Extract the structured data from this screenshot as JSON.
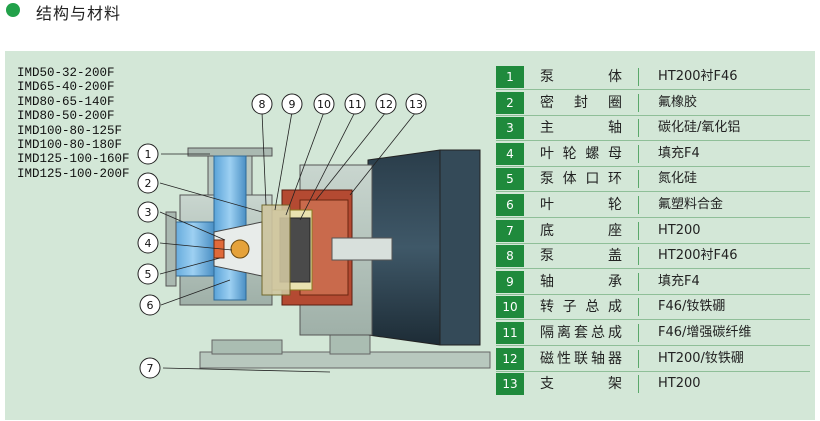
{
  "header": {
    "title": "结构与材料"
  },
  "models": [
    "IMD50-32-200F",
    "IMD65-40-200F",
    "IMD80-65-140F",
    "IMD80-50-200F",
    "IMD100-80-125F",
    "IMD100-80-180F",
    "IMD125-100-160F",
    "IMD125-100-200F"
  ],
  "callouts": [
    "1",
    "2",
    "3",
    "4",
    "5",
    "6",
    "7",
    "8",
    "9",
    "10",
    "11",
    "12",
    "13"
  ],
  "parts": [
    {
      "no": "1",
      "name": [
        "泵",
        "体"
      ],
      "material": "HT200衬F46"
    },
    {
      "no": "2",
      "name": [
        "密",
        "封",
        "圈"
      ],
      "material": "氟橡胶"
    },
    {
      "no": "3",
      "name": [
        "主",
        "轴"
      ],
      "material": "碳化硅/氧化铝"
    },
    {
      "no": "4",
      "name": [
        "叶",
        "轮",
        "螺",
        "母"
      ],
      "material": "填充F4"
    },
    {
      "no": "5",
      "name": [
        "泵",
        "体",
        "口",
        "环"
      ],
      "material": "氮化硅"
    },
    {
      "no": "6",
      "name": [
        "叶",
        "轮"
      ],
      "material": "氟塑料合金"
    },
    {
      "no": "7",
      "name": [
        "底",
        "座"
      ],
      "material": "HT200"
    },
    {
      "no": "8",
      "name": [
        "泵",
        "盖"
      ],
      "material": "HT200衬F46"
    },
    {
      "no": "9",
      "name": [
        "轴",
        "承"
      ],
      "material": "填充F4"
    },
    {
      "no": "10",
      "name": [
        "转",
        "子",
        "总",
        "成"
      ],
      "material": "F46/钕铁硼"
    },
    {
      "no": "11",
      "name": [
        "隔",
        "离",
        "套",
        "总",
        "成"
      ],
      "material": "F46/增强碳纤维"
    },
    {
      "no": "12",
      "name": [
        "磁",
        "性",
        "联",
        "轴",
        "器"
      ],
      "material": "HT200/钕铁硼"
    },
    {
      "no": "13",
      "name": [
        "支",
        "架"
      ],
      "material": "HT200"
    }
  ]
}
